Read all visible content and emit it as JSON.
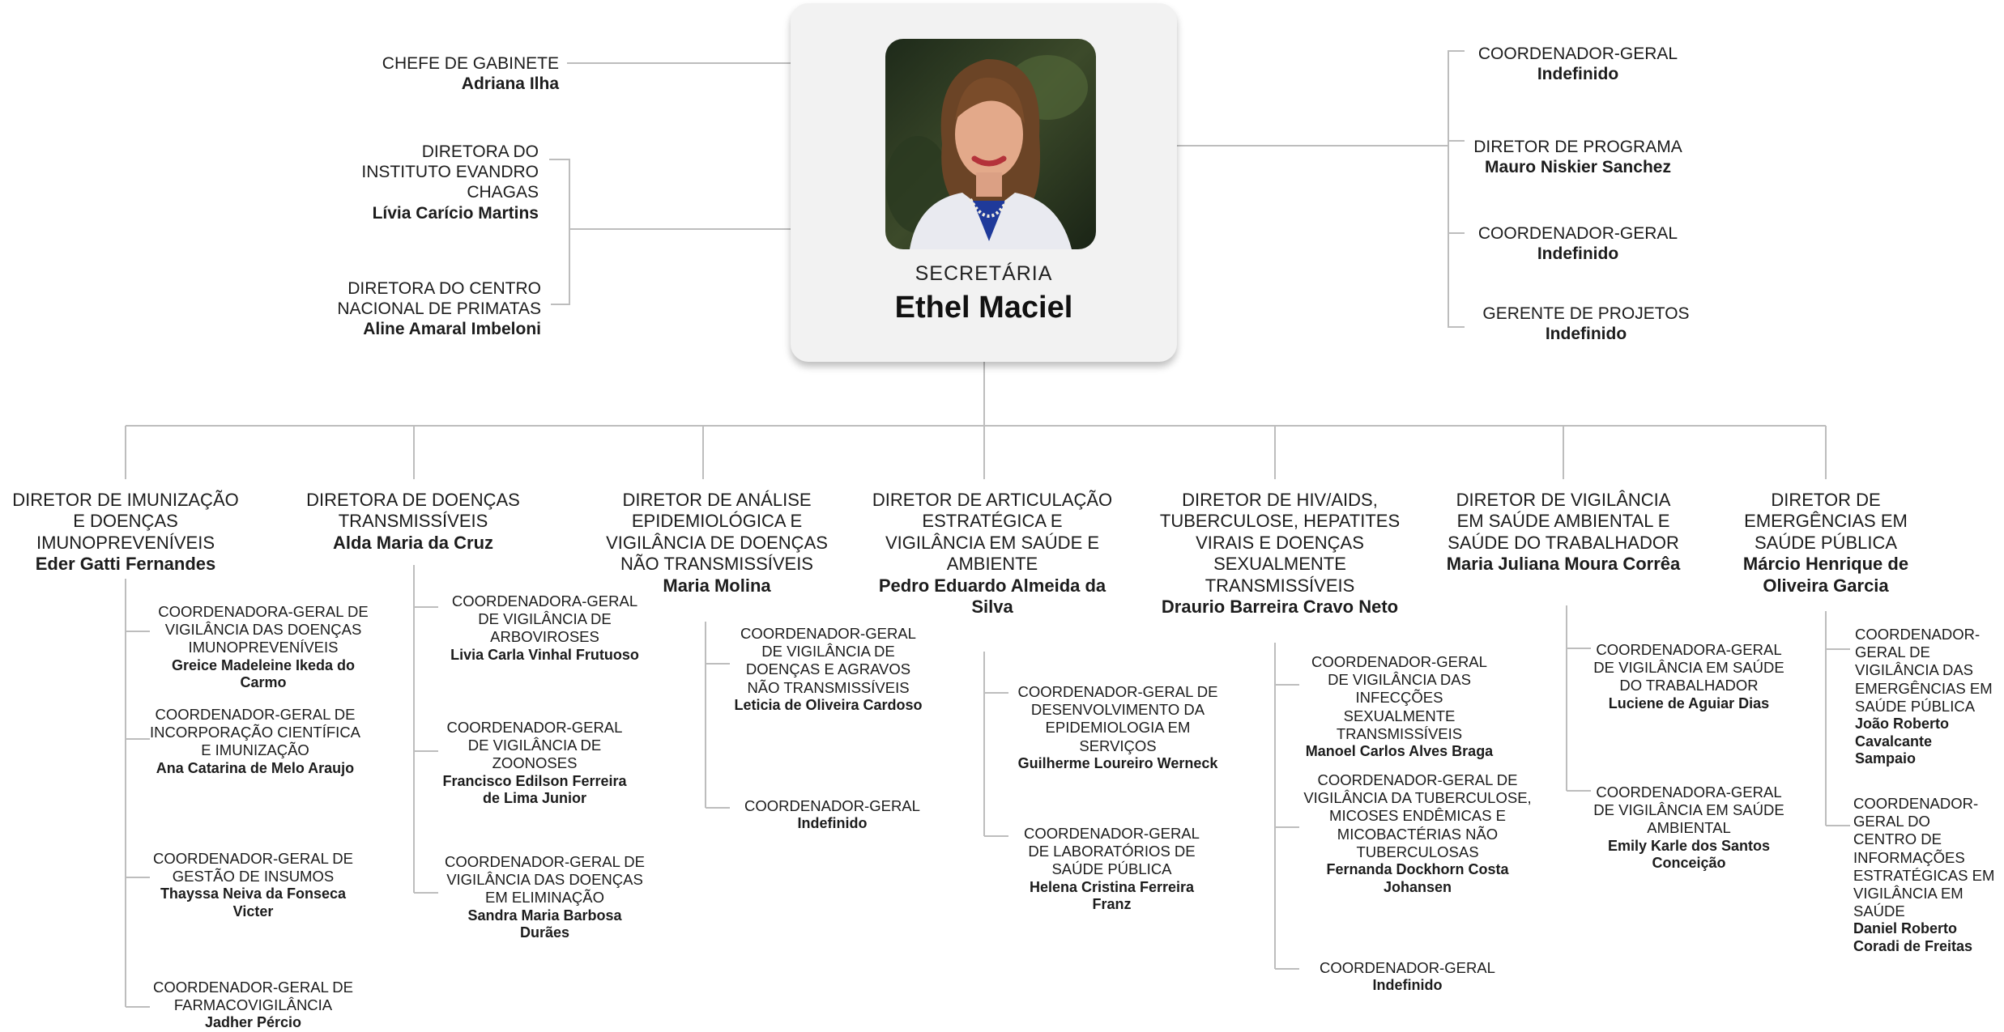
{
  "secretary": {
    "title": "SECRETÁRIA",
    "name": "Ethel Maciel"
  },
  "left_staff": [
    {
      "title": "CHEFE DE GABINETE",
      "name": "Adriana Ilha"
    },
    {
      "title": "DIRETORA DO INSTITUTO EVANDRO CHAGAS",
      "name": "Lívia Carício Martins"
    },
    {
      "title": "DIRETORA DO CENTRO NACIONAL DE PRIMATAS",
      "name": "Aline Amaral Imbeloni"
    }
  ],
  "right_staff": [
    {
      "title": "COORDENADOR-GERAL",
      "name": "Indefinido"
    },
    {
      "title": "DIRETOR DE PROGRAMA",
      "name": "Mauro Niskier Sanchez"
    },
    {
      "title": "COORDENADOR-GERAL",
      "name": "Indefinido"
    },
    {
      "title": "GERENTE DE PROJETOS",
      "name": "Indefinido"
    }
  ],
  "departments": [
    {
      "title": "DIRETOR DE IMUNIZAÇÃO E DOENÇAS IMUNOPREVENÍVEIS",
      "name": "Eder Gatti Fernandes",
      "subs": [
        {
          "title": "COORDENADORA-GERAL DE VIGILÂNCIA DAS DOENÇAS IMUNOPREVENÍVEIS",
          "name": "Greice Madeleine Ikeda do Carmo"
        },
        {
          "title": "COORDENADOR-GERAL DE INCORPORAÇÃO CIENTÍFICA E IMUNIZAÇÃO",
          "name": "Ana Catarina de Melo Araujo"
        },
        {
          "title": "COORDENADOR-GERAL DE GESTÃO DE INSUMOS",
          "name": "Thayssa Neiva da Fonseca Victer"
        },
        {
          "title": "COORDENADOR-GERAL DE FARMACOVIGILÂNCIA",
          "name": "Jadher Pércio"
        }
      ]
    },
    {
      "title": "DIRETORA DE DOENÇAS TRANSMISSÍVEIS",
      "name": "Alda Maria da Cruz",
      "subs": [
        {
          "title": "COORDENADORA-GERAL DE VIGILÂNCIA DE ARBOVIROSES",
          "name": "Livia Carla Vinhal Frutuoso"
        },
        {
          "title": "COORDENADOR-GERAL DE VIGILÂNCIA DE ZOONOSES",
          "name": "Francisco Edilson Ferreira de Lima Junior"
        },
        {
          "title": "COORDENADOR-GERAL DE VIGILÂNCIA DAS DOENÇAS EM ELIMINAÇÃO",
          "name": "Sandra Maria Barbosa Durães"
        }
      ]
    },
    {
      "title": "DIRETOR DE ANÁLISE EPIDEMIOLÓGICA E VIGILÂNCIA DE DOENÇAS NÃO TRANSMISSÍVEIS",
      "name": "Maria Molina",
      "subs": [
        {
          "title": "COORDENADOR-GERAL DE VIGILÂNCIA DE DOENÇAS E AGRAVOS NÃO TRANSMISSÍVEIS",
          "name": "Leticia de Oliveira Cardoso"
        },
        {
          "title": "COORDENADOR-GERAL",
          "name": "Indefinido"
        }
      ]
    },
    {
      "title": "DIRETOR DE ARTICULAÇÃO ESTRATÉGICA E VIGILÂNCIA EM SAÚDE E AMBIENTE",
      "name": "Pedro Eduardo Almeida da Silva",
      "subs": [
        {
          "title": "COORDENADOR-GERAL DE DESENVOLVIMENTO DA EPIDEMIOLOGIA EM SERVIÇOS",
          "name": "Guilherme Loureiro Werneck"
        },
        {
          "title": "COORDENADOR-GERAL DE LABORATÓRIOS DE SAÚDE PÚBLICA",
          "name": "Helena Cristina Ferreira Franz"
        }
      ]
    },
    {
      "title": "DIRETOR DE HIV/AIDS, TUBERCULOSE, HEPATITES VIRAIS E DOENÇAS SEXUALMENTE TRANSMISSÍVEIS",
      "name": "Draurio Barreira Cravo Neto",
      "subs": [
        {
          "title": "COORDENADOR-GERAL DE VIGILÂNCIA DAS INFECÇÕES SEXUALMENTE TRANSMISSÍVEIS",
          "name": "Manoel Carlos Alves Braga"
        },
        {
          "title": "COORDENADOR-GERAL DE VIGILÂNCIA DA TUBERCULOSE, MICOSES ENDÊMICAS E MICOBACTÉRIAS NÃO TUBERCULOSAS",
          "name": "Fernanda Dockhorn Costa Johansen"
        },
        {
          "title": "COORDENADOR-GERAL",
          "name": "Indefinido"
        }
      ]
    },
    {
      "title": "DIRETOR DE VIGILÂNCIA EM SAÚDE AMBIENTAL E SAÚDE DO TRABALHADOR",
      "name": "Maria Juliana Moura Corrêa",
      "subs": [
        {
          "title": "COORDENADORA-GERAL DE VIGILÂNCIA EM SAÚDE DO TRABALHADOR",
          "name": "Luciene de Aguiar Dias"
        },
        {
          "title": "COORDENADORA-GERAL DE VIGILÂNCIA EM SAÚDE AMBIENTAL",
          "name": "Emily Karle dos Santos Conceição"
        }
      ]
    },
    {
      "title": "DIRETOR DE EMERGÊNCIAS EM SAÚDE PÚBLICA",
      "name": "Márcio Henrique de Oliveira Garcia",
      "subs": [
        {
          "title": "COORDENADOR-GERAL DE VIGILÂNCIA DAS EMERGÊNCIAS EM SAÚDE PÚBLICA",
          "name": "João Roberto Cavalcante Sampaio"
        },
        {
          "title": "COORDENADOR-GERAL DO CENTRO DE INFORMAÇÕES ESTRATÉGICAS EM VIGILÂNCIA EM SAÚDE",
          "name": "Daniel Roberto Coradi de Freitas"
        }
      ]
    }
  ]
}
